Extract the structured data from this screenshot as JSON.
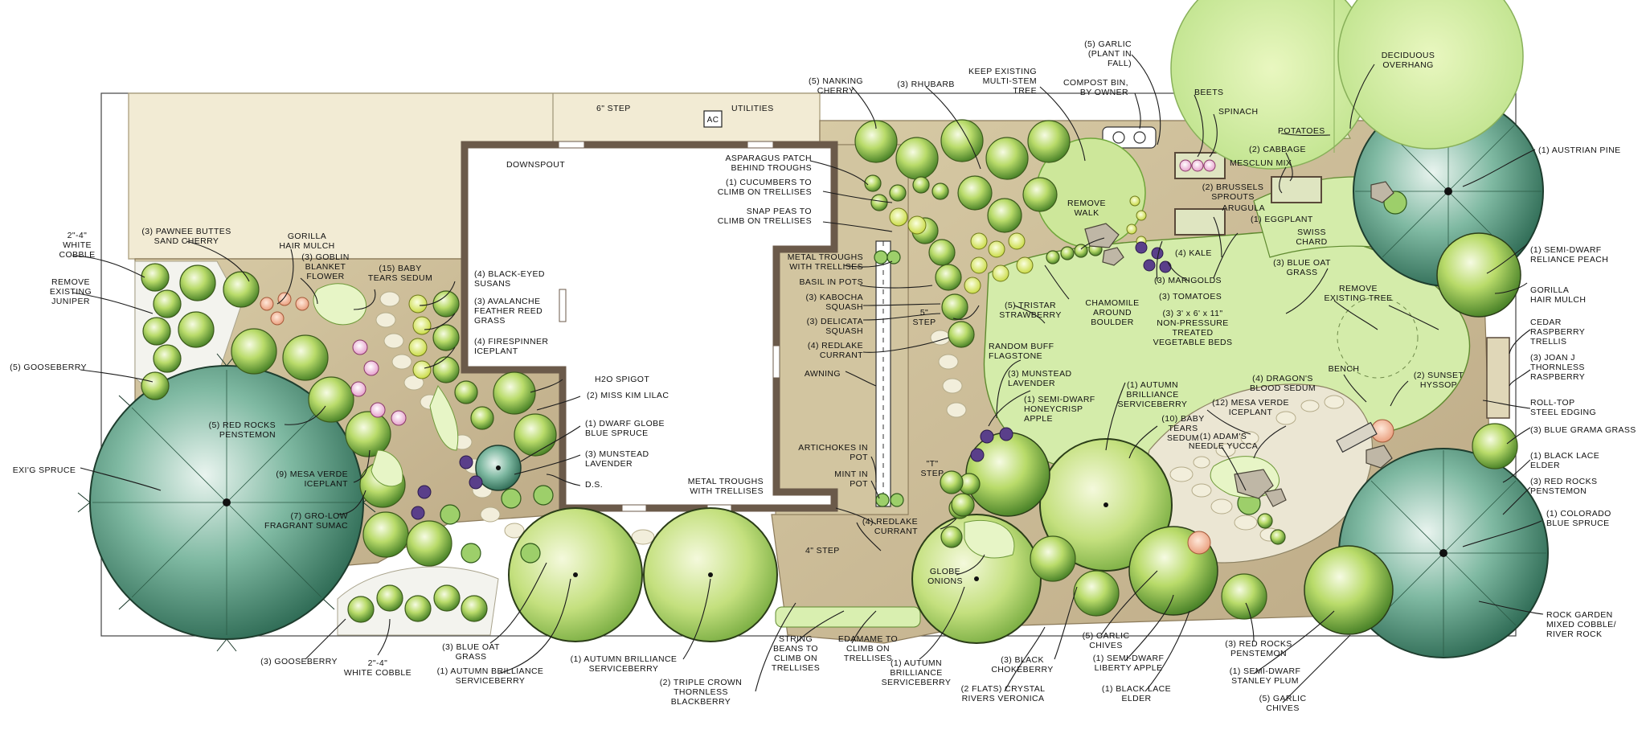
{
  "labels": {
    "pawnee": [
      "(3) PAWNEE BUTTES",
      "SAND CHERRY"
    ],
    "cobble_top": [
      "2\"-4\"",
      "WHITE",
      "COBBLE"
    ],
    "remove_juniper": [
      "REMOVE",
      "EXISTING",
      "JUNIPER"
    ],
    "gooseberry_left": [
      "(5) GOOSEBERRY"
    ],
    "hair_mulch_left": [
      "GORILLA",
      "HAIR MULCH"
    ],
    "goblin": [
      "(3) GOBLIN",
      "BLANKET",
      "FLOWER"
    ],
    "baby_tears_left": [
      "(15) BABY",
      "TEARS SEDUM"
    ],
    "black_eyed": [
      "(4) BLACK-EYED",
      "SUSANS"
    ],
    "avalanche": [
      "(3) AVALANCHE",
      "FEATHER REED",
      "GRASS"
    ],
    "firespinner": [
      "(4) FIRESPINNER",
      "ICEPLANT"
    ],
    "six_step": [
      "6\" STEP"
    ],
    "utilities": [
      "UTILITIES"
    ],
    "ac": [
      "AC"
    ],
    "downspout": [
      "DOWNSPOUT"
    ],
    "h2o": [
      "H2O SPIGOT"
    ],
    "miss_kim": [
      "(2) MISS KIM LILAC"
    ],
    "dwarf_globe": [
      "(1) DWARF GLOBE",
      "BLUE SPRUCE"
    ],
    "munstead_left": [
      "(3) MUNSTEAD",
      "LAVENDER"
    ],
    "ds": [
      "D.S."
    ],
    "red_rocks_left": [
      "(5) RED ROCKS",
      "PENSTEMON"
    ],
    "exist_spruce": [
      "EXI'G SPRUCE"
    ],
    "mesa_verde_left": [
      "(9) MESA VERDE",
      "ICEPLANT"
    ],
    "gro_low": [
      "(7) GRO-LOW",
      "FRAGRANT SUMAC"
    ],
    "gooseberry_bottom": [
      "(3) GOOSEBERRY"
    ],
    "cobble_bottom": [
      "2\"-4\"",
      "WHITE COBBLE"
    ],
    "blue_oat_bottom": [
      "(3) BLUE OAT",
      "GRASS"
    ],
    "autumn_left": [
      "(1) AUTUMN BRILLIANCE",
      "SERVICEBERRY"
    ],
    "autumn_mid": [
      "(1) AUTUMN BRILLIANCE",
      "SERVICEBERRY"
    ],
    "triple_crown": [
      "(2) TRIPLE CROWN",
      "THORNLESS",
      "BLACKBERRY"
    ],
    "string_beans": [
      "STRING",
      "BEANS TO",
      "CLIMB ON",
      "TRELLISES"
    ],
    "edamame": [
      "EDAMAME TO",
      "CLIMB ON",
      "TRELLISES"
    ],
    "autumn_right": [
      "(1) AUTUMN",
      "BRILLIANCE",
      "SERVICEBERRY"
    ],
    "globe_onions": [
      "GLOBE",
      "ONIONS"
    ],
    "crystal_rivers": [
      "(2 FLATS) CRYSTAL",
      "RIVERS VERONICA"
    ],
    "black_chokeberry": [
      "(3) BLACK",
      "CHOKEBERRY"
    ],
    "garlic_chives_mid": [
      "(5) GARLIC",
      "CHIVES"
    ],
    "liberty_apple": [
      "(1) SEMI-DWARF",
      "LIBERTY APPLE"
    ],
    "black_lace_bottom": [
      "(1) BLACK LACE",
      "ELDER"
    ],
    "red_rocks_bottom": [
      "(3) RED ROCKS",
      "PENSTEMON"
    ],
    "stanley_plum": [
      "(1) SEMI-DWARF",
      "STANLEY PLUM"
    ],
    "garlic_chives_right": [
      "(5) GARLIC",
      "CHIVES"
    ],
    "nanking": [
      "(5) NANKING",
      "CHERRY"
    ],
    "rhubarb": [
      "(3) RHUBARB"
    ],
    "keep_tree": [
      "KEEP EXISTING",
      "MULTI-STEM",
      "TREE"
    ],
    "garlic_top": [
      "(5) GARLIC",
      "(PLANT IN",
      "FALL)"
    ],
    "compost": [
      "COMPOST BIN,",
      "BY OWNER"
    ],
    "beets": [
      "BEETS"
    ],
    "spinach": [
      "SPINACH"
    ],
    "potatoes": [
      "POTATOES"
    ],
    "cabbage": [
      "(2) CABBAGE"
    ],
    "mesclun": [
      "MESCLUN MIX"
    ],
    "deciduous": [
      "DECIDUOUS",
      "OVERHANG"
    ],
    "asparagus": [
      "ASPARAGUS PATCH",
      "BEHIND TROUGHS"
    ],
    "cucumbers": [
      "(1) CUCUMBERS TO",
      "CLIMB ON TRELLISES"
    ],
    "snap_peas": [
      "SNAP PEAS TO",
      "CLIMB ON TRELLISES"
    ],
    "metal_troughs_top": [
      "METAL TROUGHS",
      "WITH TRELLISES"
    ],
    "basil": [
      "BASIL IN POTS"
    ],
    "kabocha": [
      "(3) KABOCHA",
      "SQUASH"
    ],
    "delicata": [
      "(3) DELICATA",
      "SQUASH"
    ],
    "redlake_top": [
      "(4) REDLAKE",
      "CURRANT"
    ],
    "awning": [
      "AWNING"
    ],
    "artichokes": [
      "ARTICHOKES IN",
      "POT"
    ],
    "mint": [
      "MINT IN",
      "POT"
    ],
    "metal_troughs_bottom": [
      "METAL TROUGHS",
      "WITH TRELLISES"
    ],
    "four_step": [
      "4\" STEP"
    ],
    "redlake_bottom": [
      "(4) REDLAKE",
      "CURRANT"
    ],
    "five_step": [
      "5\"",
      "STEP"
    ],
    "t_step": [
      "\"T\"",
      "STEP"
    ],
    "remove_walk": [
      "REMOVE",
      "WALK"
    ],
    "brussels": [
      "(2) BRUSSELS",
      "SPROUTS"
    ],
    "arugula": [
      "ARUGULA"
    ],
    "eggplant": [
      "(1) EGGPLANT"
    ],
    "swiss_chard": [
      "SWISS",
      "CHARD"
    ],
    "kale": [
      "(4) KALE"
    ],
    "marigolds": [
      "(3) MARIGOLDS"
    ],
    "tomatoes": [
      "(3) TOMATOES"
    ],
    "beds": [
      "(3) 3' x 6' x 11\"",
      "NON-PRESSURE",
      "TREATED",
      "VEGETABLE BEDS"
    ],
    "tristar": [
      "(5) TRISTAR",
      "STRAWBERRY"
    ],
    "chamomile": [
      "CHAMOMILE",
      "AROUND",
      "BOULDER"
    ],
    "flagstone": [
      "RANDOM BUFF",
      "FLAGSTONE"
    ],
    "munstead_right": [
      "(3) MUNSTEAD",
      "LAVENDER"
    ],
    "honeycrisp": [
      "(1) SEMI-DWARF",
      "HONEYCRISP",
      "APPLE"
    ],
    "autumn_center": [
      "(1) AUTUMN",
      "BRILLIANCE",
      "SERVICEBERRY"
    ],
    "baby_tears_right": [
      "(10) BABY",
      "TEARS",
      "SEDUM"
    ],
    "mesa_verde_right": [
      "(12) MESA VERDE",
      "ICEPLANT"
    ],
    "dragons_blood": [
      "(4) DRAGON'S",
      "BLOOD SEDUM"
    ],
    "adams_needle": [
      "(1) ADAM'S",
      "NEEDLE YUCCA"
    ],
    "bench": [
      "BENCH"
    ],
    "sunset_hyssop": [
      "(2) SUNSET",
      "HYSSOP"
    ],
    "blue_oat_right": [
      "(3) BLUE OAT",
      "GRASS"
    ],
    "remove_tree": [
      "REMOVE",
      "EXISTING TREE"
    ],
    "austrian_pine": [
      "(1) AUSTRIAN PINE"
    ],
    "reliance_peach": [
      "(1) SEMI-DWARF",
      "RELIANCE PEACH"
    ],
    "hair_mulch_right": [
      "GORILLA",
      "HAIR MULCH"
    ],
    "cedar_trellis": [
      "CEDAR",
      "RASPBERRY",
      "TRELLIS"
    ],
    "joan_j": [
      "(3) JOAN J",
      "THORNLESS",
      "RASPBERRY"
    ],
    "roll_top": [
      "ROLL-TOP",
      "STEEL EDGING"
    ],
    "blue_grama": [
      "(3) BLUE GRAMA GRASS"
    ],
    "black_lace_right": [
      "(1) BLACK LACE",
      "ELDER"
    ],
    "red_rocks_right": [
      "(3) RED ROCKS",
      "PENSTEMON"
    ],
    "colorado_spruce": [
      "(1) COLORADO",
      "BLUE SPRUCE"
    ],
    "rock_garden": [
      "ROCK GARDEN",
      "MIXED COBBLE/",
      "RIVER ROCK"
    ]
  }
}
